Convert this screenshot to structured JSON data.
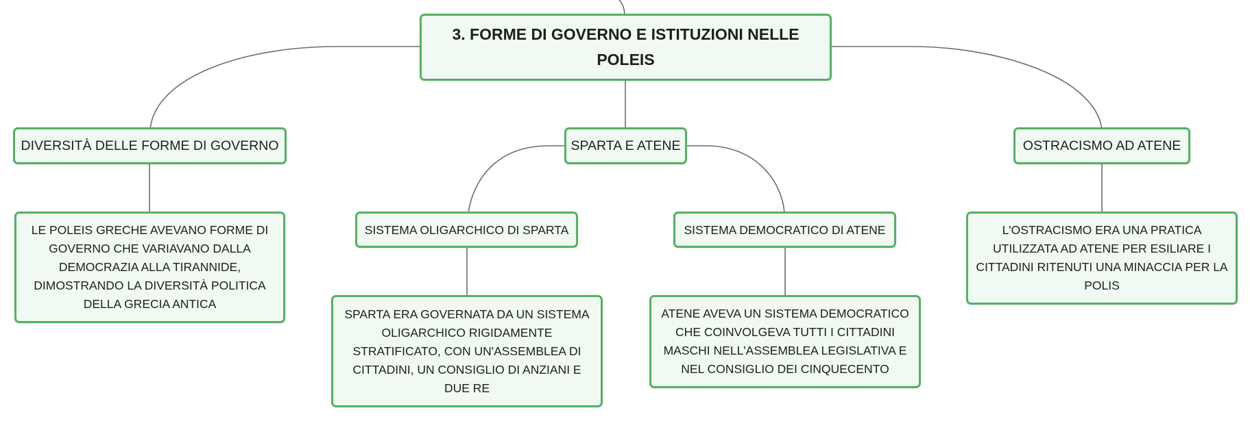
{
  "mindmap": {
    "root": {
      "title": "3. FORME DI GOVERNO E ISTITUZIONI NELLE POLEIS"
    },
    "branches": {
      "diversita": {
        "label": "DIVERSITÀ DELLE FORME DI GOVERNO",
        "detail": "LE POLEIS GRECHE AVEVANO FORME DI GOVERNO CHE VARIAVANO DALLA DEMOCRAZIA ALLA TIRANNIDE, DIMOSTRANDO LA DIVERSITÀ POLITICA DELLA GRECIA ANTICA"
      },
      "sparta_atene": {
        "label": "SPARTA E ATENE",
        "sparta": {
          "label": "SISTEMA OLIGARCHICO DI SPARTA",
          "detail": "SPARTA ERA GOVERNATA DA UN SISTEMA OLIGARCHICO RIGIDAMENTE STRATIFICATO, CON UN'ASSEMBLEA DI CITTADINI, UN CONSIGLIO DI ANZIANI E DUE RE"
        },
        "atene": {
          "label": "SISTEMA DEMOCRATICO DI ATENE",
          "detail": "ATENE AVEVA UN SISTEMA DEMOCRATICO CHE COINVOLGEVA TUTTI I CITTADINI MASCHI NELL'ASSEMBLEA LEGISLATIVA E NEL CONSIGLIO DEI CINQUECENTO"
        }
      },
      "ostracismo": {
        "label": "OSTRACISMO AD ATENE",
        "detail": "L'OSTRACISMO ERA UNA PRATICA UTILIZZATA AD ATENE PER ESILIARE I CITTADINI RITENUTI UNA MINACCIA PER LA POLIS"
      }
    },
    "colors": {
      "node_border": "#54b163",
      "node_fill": "#f1f9f3",
      "connector": "#6d6d6d",
      "text": "#1e1e1e"
    }
  }
}
